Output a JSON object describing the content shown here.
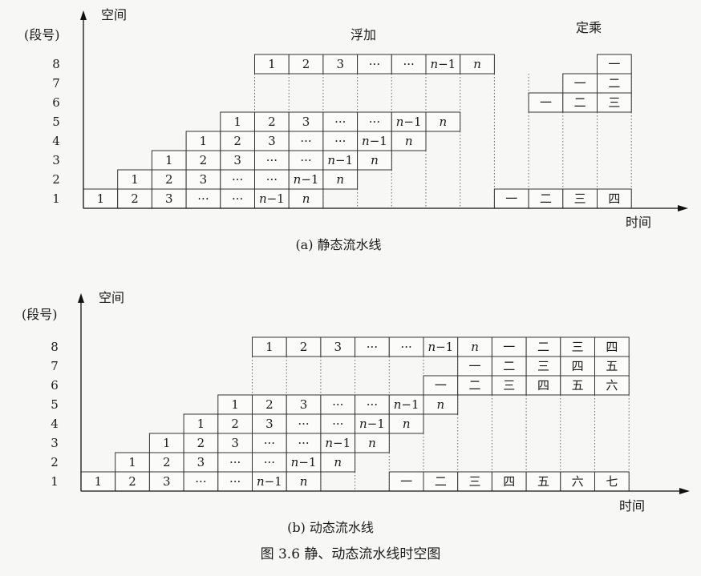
{
  "figure_caption": "图 3.6 静、动态流水线时空图",
  "diagrams": [
    {
      "id": "static",
      "caption": "(a) 静态流水线",
      "y_axis_label": "空间",
      "x_axis_label": "时间",
      "row_label_title": "(段号)",
      "row_labels": [
        "1",
        "2",
        "3",
        "4",
        "5",
        "6",
        "7",
        "8"
      ],
      "phase_labels": [
        "浮加",
        "定乘"
      ],
      "cells": [
        {
          "row": 1,
          "start": 0,
          "items": [
            "1",
            "2",
            "3",
            "···",
            "···",
            "n−1",
            "n"
          ]
        },
        {
          "row": 2,
          "start": 1,
          "items": [
            "1",
            "2",
            "3",
            "···",
            "···",
            "n−1",
            "n"
          ]
        },
        {
          "row": 3,
          "start": 2,
          "items": [
            "1",
            "2",
            "3",
            "···",
            "···",
            "n−1",
            "n"
          ]
        },
        {
          "row": 4,
          "start": 3,
          "items": [
            "1",
            "2",
            "3",
            "···",
            "···",
            "n−1",
            "n"
          ]
        },
        {
          "row": 5,
          "start": 4,
          "items": [
            "1",
            "2",
            "3",
            "···",
            "···",
            "n−1",
            "n"
          ]
        },
        {
          "row": 8,
          "start": 5,
          "items": [
            "1",
            "2",
            "3",
            "···",
            "···",
            "n−1",
            "n"
          ]
        },
        {
          "row": 1,
          "start": 12,
          "items": [
            "一",
            "二",
            "三",
            "四"
          ]
        },
        {
          "row": 6,
          "start": 13,
          "items": [
            "一",
            "二",
            "三"
          ]
        },
        {
          "row": 7,
          "start": 14,
          "items": [
            "一",
            "二"
          ]
        },
        {
          "row": 8,
          "start": 15,
          "items": [
            "一"
          ]
        }
      ]
    },
    {
      "id": "dynamic",
      "caption": "(b) 动态流水线",
      "y_axis_label": "空间",
      "x_axis_label": "时间",
      "row_label_title": "(段号)",
      "row_labels": [
        "1",
        "2",
        "3",
        "4",
        "5",
        "6",
        "7",
        "8"
      ],
      "phase_labels": [],
      "cells": [
        {
          "row": 1,
          "start": 0,
          "items": [
            "1",
            "2",
            "3",
            "···",
            "···",
            "n−1",
            "n"
          ]
        },
        {
          "row": 2,
          "start": 1,
          "items": [
            "1",
            "2",
            "3",
            "···",
            "···",
            "n−1",
            "n"
          ]
        },
        {
          "row": 3,
          "start": 2,
          "items": [
            "1",
            "2",
            "3",
            "···",
            "···",
            "n−1",
            "n"
          ]
        },
        {
          "row": 4,
          "start": 3,
          "items": [
            "1",
            "2",
            "3",
            "···",
            "···",
            "n−1",
            "n"
          ]
        },
        {
          "row": 5,
          "start": 4,
          "items": [
            "1",
            "2",
            "3",
            "···",
            "···",
            "n−1",
            "n"
          ]
        },
        {
          "row": 8,
          "start": 5,
          "items": [
            "1",
            "2",
            "3",
            "···",
            "···",
            "n−1",
            "n"
          ]
        },
        {
          "row": 1,
          "start": 9,
          "items": [
            "一",
            "二",
            "三",
            "四",
            "五",
            "六",
            "七"
          ]
        },
        {
          "row": 6,
          "start": 10,
          "items": [
            "一",
            "二",
            "三",
            "四",
            "五",
            "六"
          ]
        },
        {
          "row": 7,
          "start": 11,
          "items": [
            "一",
            "二",
            "三",
            "四",
            "五"
          ]
        },
        {
          "row": 8,
          "start": 12,
          "items": [
            "一",
            "二",
            "三",
            "四"
          ]
        }
      ]
    }
  ]
}
